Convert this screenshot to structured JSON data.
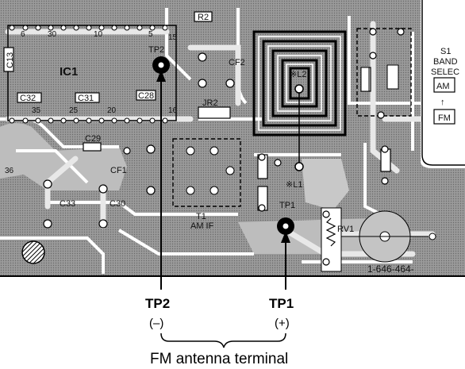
{
  "board": {
    "ic_label": "IC1",
    "test_points": {
      "tp2": "TP2",
      "tp1": "TP1"
    },
    "components": {
      "r2": "R2",
      "c13": "C13",
      "cf2": "CF2",
      "c32": "C32",
      "c31": "C31",
      "c28": "C28",
      "jr2": "JR2",
      "c29": "C29",
      "cf1": "CF1",
      "c33": "C33",
      "c30": "C30",
      "t1": "T1",
      "t1_desc": "AM IF",
      "l2": "※L2",
      "l1": "※L1",
      "rv1": "RV1",
      "num_36": "36",
      "num_35": "35",
      "num_15": "15",
      "num_16": "16",
      "num_20": "20",
      "num_10": "10",
      "num_5": "5",
      "num_25": "25",
      "num_30": "30",
      "num_6": "6"
    },
    "switch": {
      "s1": "S1",
      "band": "BAND",
      "select": "SELEC",
      "am": "AM",
      "arrow": "↑",
      "fm": "FM"
    },
    "part_number": "1-646-464-"
  },
  "annotations": {
    "tp2_label": "TP2",
    "tp2_sign": "(–)",
    "tp1_label": "TP1",
    "tp1_sign": "(+)",
    "caption": "FM antenna terminal"
  }
}
